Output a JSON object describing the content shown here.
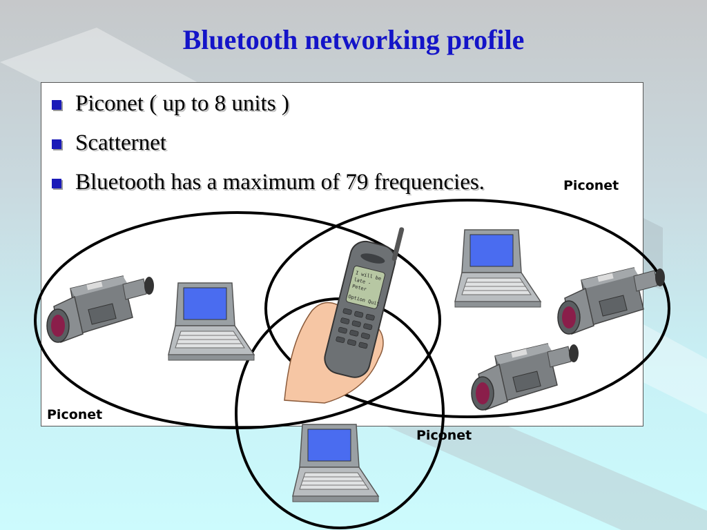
{
  "slide": {
    "title": "Bluetooth networking profile",
    "bullets": [
      "Piconet ( up to 8 units )",
      "Scatternet",
      "Bluetooth has a maximum of 79 frequencies."
    ]
  },
  "diagram": {
    "labels": {
      "top_right": "Piconet",
      "bottom_left": "Piconet",
      "bottom_center": "Piconet"
    },
    "phone_screen": [
      "I will be",
      "late -",
      "Peter",
      "Option   Quit"
    ]
  },
  "icons": [
    "camcorder-icon",
    "laptop-icon",
    "mobile-phone-icon",
    "hand-icon"
  ],
  "colors": {
    "title": "#1414c8",
    "bullet": "#1a1ab8",
    "laptop_screen": "#4a6cf0",
    "lens": "#8a1e4a"
  }
}
